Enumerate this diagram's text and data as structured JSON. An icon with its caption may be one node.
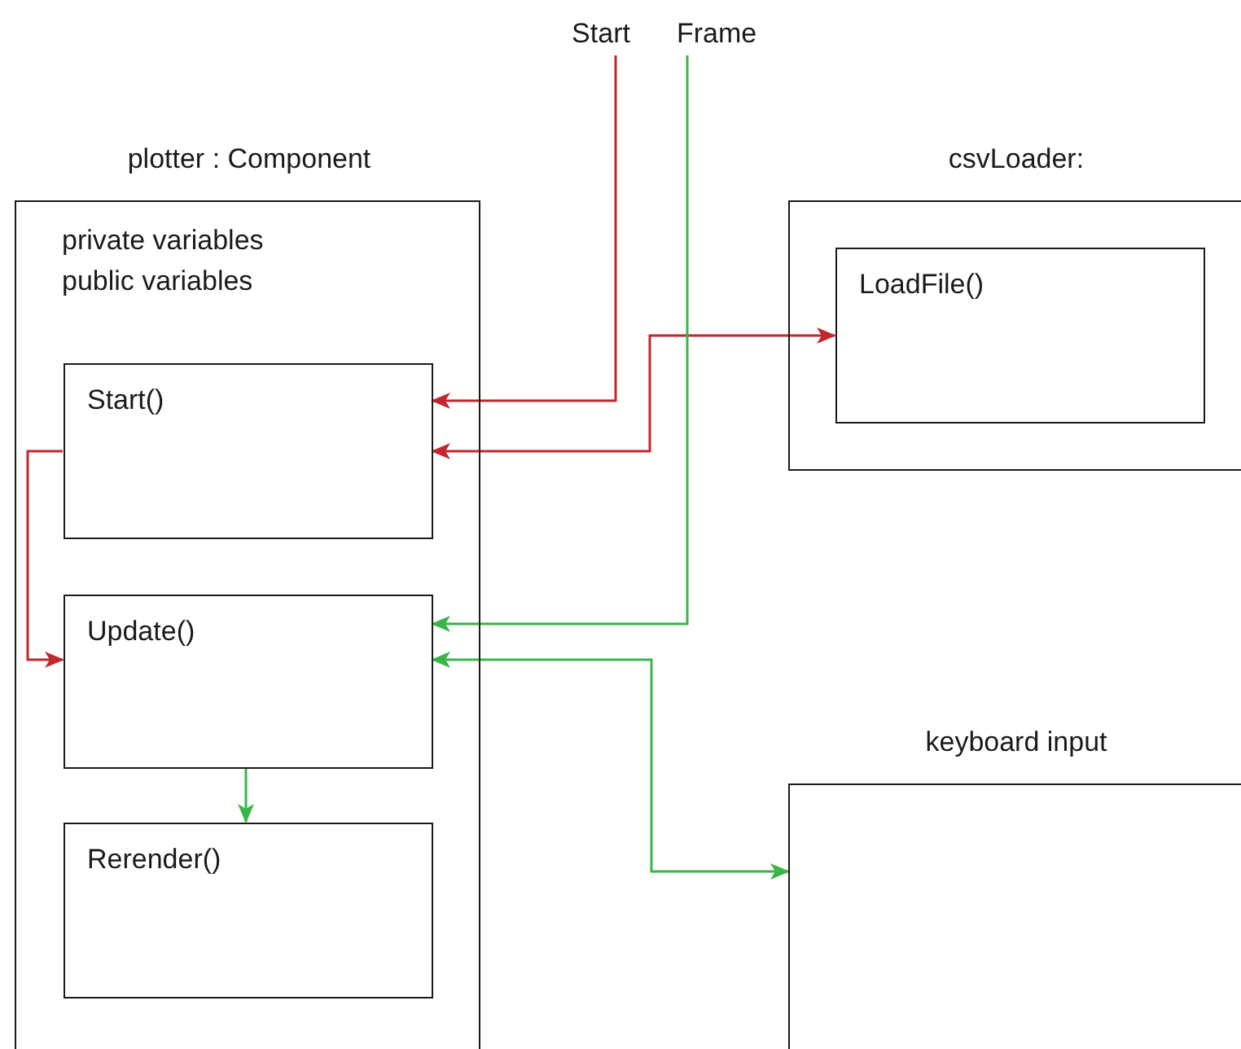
{
  "diagram": {
    "nodes": [
      {
        "text": [
          "plotter : Component",
          "private variables",
          "public variables"
        ]
      },
      {
        "text": [
          "Start()"
        ],
        "in": 0
      },
      {
        "text": [
          "Update()"
        ],
        "in": 0
      },
      {
        "text": [
          "Rerender()"
        ],
        "in": 0
      },
      {
        "text": [
          "csvLoader:"
        ]
      },
      {
        "text": [
          "LoadFile()"
        ],
        "in": 4
      },
      {
        "text": [
          "keyboard input"
        ]
      },
      {
        "text": [
          "Start"
        ]
      },
      {
        "text": [
          "Frame"
        ]
      }
    ],
    "edges": [
      {
        "from": 7,
        "to": 1,
        "arrow": "to",
        "color": "#c1272d"
      },
      {
        "from": 1,
        "to": 5,
        "arrow": "both",
        "color": "#c1272d"
      },
      {
        "from": 1,
        "to": 2,
        "arrow": "to",
        "color": "#c1272d"
      },
      {
        "from": 8,
        "to": 2,
        "arrow": "to",
        "color": "#39b54a"
      },
      {
        "from": 2,
        "to": 6,
        "arrow": "both",
        "color": "#39b54a"
      },
      {
        "from": 2,
        "to": 3,
        "arrow": "to",
        "color": "#39b54a"
      }
    ]
  }
}
